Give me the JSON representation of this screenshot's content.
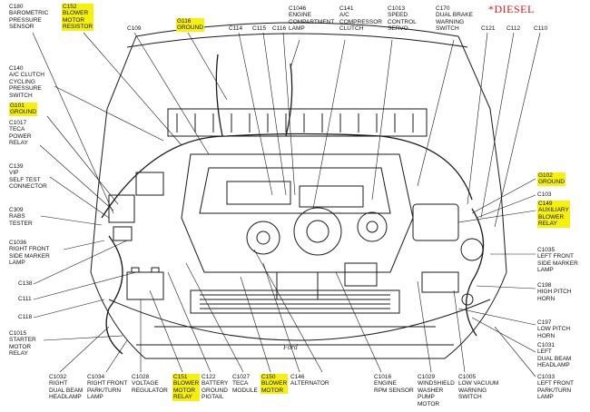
{
  "tag": "*DIESEL",
  "maker_mark": "Ford",
  "colors": {
    "highlight": "#f5f10a",
    "tag": "#d11a1a",
    "line": "#1a1a1a"
  },
  "labels": {
    "c180": "C180\nBAROMETRIC\nPRESSURE\nSENSOR",
    "c152_top": "C152\nBLOWER\nMOTOR\nRESISTOR",
    "c109": "C109",
    "g116": "G116\nGROUND",
    "c114": "C114",
    "c115": "C115",
    "c116": "C116",
    "c1046": "C1046\nENGINE\nCOMPARTMENT\nLAMP",
    "c141": "C141\nA/C\nCOMPRESSOR\nCLUTCH",
    "c1013": "C1013\nSPEED\nCONTROL\nSERVO",
    "c170": "C170\nDUAL BRAKE\nWARNING\nSWITCH",
    "c121": "C121",
    "c112": "C112",
    "c110": "C110",
    "c140": "C140\nA/C CLUTCH\nCYCLING\nPRESSURE\nSWITCH",
    "g101": "G101\nGROUND",
    "c1017": "C1017\nTECA\nPOWER\nRELAY",
    "c139": "C139\nVIP\nSELF TEST\nCONNECTOR",
    "c309": "C309\nRABS\nTESTER",
    "c1036": "C1036\nRIGHT FRONT\nSIDE MARKER\nLAMP",
    "c138": "C138",
    "c111": "C111",
    "c118": "C118",
    "c1015": "C1015\nSTARTER\nMOTOR\nRELAY",
    "g102": "G102\nGROUND",
    "c103": "C103",
    "c149": "C149\nAUXILIARY\nBLOWER\nRELAY",
    "c1035": "C1035\nLEFT FRONT\nSIDE MARKER\nLAMP",
    "c198": "C198\nHIGH PITCH\nHORN",
    "c197": "C197\nLOW PITCH\nHORN",
    "c1031": "C1031\nLEFT\nDUAL BEAM\nHEADLAMP",
    "c1033": "C1033\nLEFT FRONT\nPARK/TURN\nLAMP",
    "c1032": "C1032\nRIGHT\nDUAL BEAM\nHEADLAMP",
    "c1034": "C1034\nRIGHT FRONT\nPARK/TURN\nLAMP",
    "c1028": "C1028\nVOLTAGE\nREGULATOR",
    "c151": "C151\nBLOWER\nMOTOR\nRELAY",
    "c122": "C122\nBATTERY\nGROUND\nPIGTAIL",
    "c1027": "C1027\nTECA\nMODULE",
    "c150": "C150\nBLOWER\nMOTOR",
    "c146": "C146\nALTERNATOR",
    "c1016": "C1016\nENGINE\nRPM SENSOR",
    "c1029": "C1029\nWINDSHIELD\nWASHER\nPUMP\nMOTOR",
    "c1005": "C1005\nLOW VACUUM\nWARNING\nSWITCH"
  }
}
